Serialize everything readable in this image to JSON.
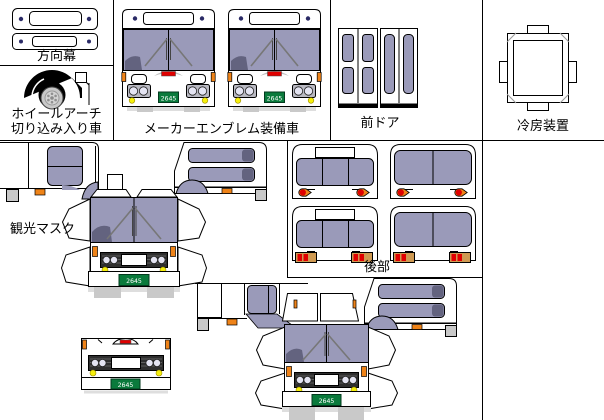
{
  "labels": {
    "destination_sign": "方向幕",
    "wheel_arch_line1": "ホイールアーチ",
    "wheel_arch_line2": "切り込み入り車",
    "maker_emblem": "メーカーエンブレム装備車",
    "front_door": "前ドア",
    "ac_unit": "冷房装置",
    "tour_mask": "観光マスク",
    "rear": "後部"
  },
  "license_plate": {
    "text": "2645"
  },
  "colors": {
    "glass": "#9a9ab9",
    "glassdark": "#63637f",
    "orange": "#ef8318",
    "red": "#e00000",
    "tan": "#cf9a52",
    "yellow": "#f5ef0c",
    "green": "#0a7a3c",
    "dot": "#2a2a66",
    "gray": "#c8c8c8",
    "shadow": "#dedede",
    "grille": "#2e2e2e",
    "line": "#000000",
    "background": "#ffffff"
  }
}
